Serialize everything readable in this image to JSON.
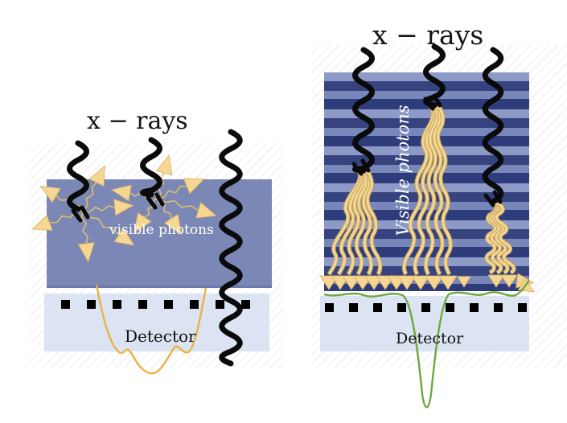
{
  "diagram": {
    "left": {
      "title": "x − rays",
      "photon_label": "visible photons",
      "detector_label": "Detector"
    },
    "right": {
      "title": "x − rays",
      "photon_label": "Visible photons",
      "detector_label": "Detector"
    },
    "colors": {
      "scintillator_slab": "#7b88b5",
      "stripe_light": "#8e9ac6",
      "stripe_dark": "#36437f",
      "stripe_mid": "#7787b9",
      "stripe_deep": "#2e3c7b",
      "detector_fill": "#dce4f3",
      "xray_black": "#0a0a0a",
      "photon_fill": "#f6d693",
      "photon_edge": "#dcaf5e",
      "photon_ray": "#dcbd72",
      "strand_back": "#c9a55f",
      "strand_front": "#f3d795",
      "psf_broad": "#eab23e",
      "psf_narrow": "#6ea83b",
      "pixel_black": "#000000"
    }
  }
}
